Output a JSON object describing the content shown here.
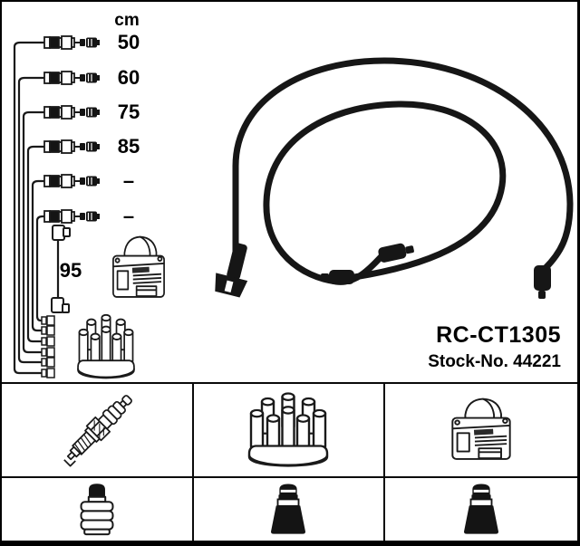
{
  "colors": {
    "line": "#1a1a1a",
    "ink": "#000000",
    "paper": "#ffffff"
  },
  "diagram": {
    "unit_header": "cm",
    "cable_rows": [
      {
        "label": "50"
      },
      {
        "label": "60"
      },
      {
        "label": "75"
      },
      {
        "label": "85"
      },
      {
        "label": "–"
      },
      {
        "label": "–"
      }
    ],
    "coil_wire_label": "95"
  },
  "product": {
    "code": "RC-CT1305",
    "stock": "Stock-No. 44221"
  },
  "table": {
    "top_row_icons": [
      "spark-plug",
      "distributor-cap",
      "ignition-coil"
    ],
    "bottom_row_icons": [
      "spark-plug-boot",
      "distributor-boot",
      "coil-boot"
    ]
  }
}
